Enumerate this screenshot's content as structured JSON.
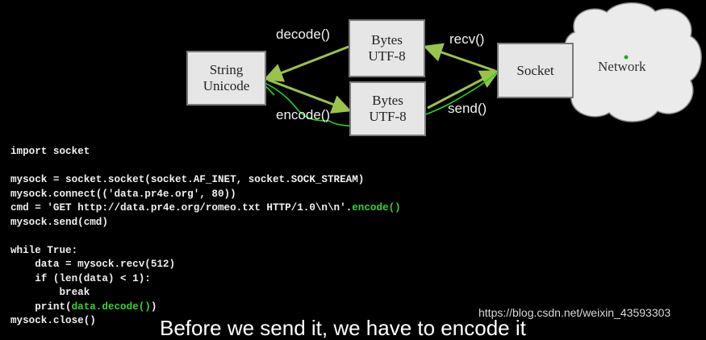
{
  "diagram": {
    "string_box": {
      "line1": "String",
      "line2": "Unicode"
    },
    "bytes_top": {
      "line1": "Bytes",
      "line2": "UTF-8"
    },
    "bytes_bottom": {
      "line1": "Bytes",
      "line2": "UTF-8"
    },
    "socket_box": {
      "label": "Socket"
    },
    "network": {
      "label": "Network"
    },
    "decode_label": "decode()",
    "recv_label": "recv()",
    "encode_label": "encode()",
    "send_label": "send()",
    "arrow_color": "#9bc24a",
    "annotation_color": "#22d622"
  },
  "code": {
    "lines": [
      "import socket",
      "",
      "mysock = socket.socket(socket.AF_INET, socket.SOCK_STREAM)",
      "mysock.connect(('data.pr4e.org', 80))",
      "cmd = 'GET http://data.pr4e.org/romeo.txt HTTP/1.0\\n\\n'.",
      "mysock.send(cmd)",
      "",
      "while True:",
      "    data = mysock.recv(512)",
      "    if (len(data) < 1):",
      "        break",
      "    print(",
      "mysock.close()"
    ],
    "highlight_encode": "encode()",
    "highlight_decode": "data.decode()",
    "print_close": ")",
    "highlight_color": "#35d235"
  },
  "watermark": "https://blog.csdn.net/weixin_43593303",
  "subtitle": "Before we send it, we have to encode it"
}
